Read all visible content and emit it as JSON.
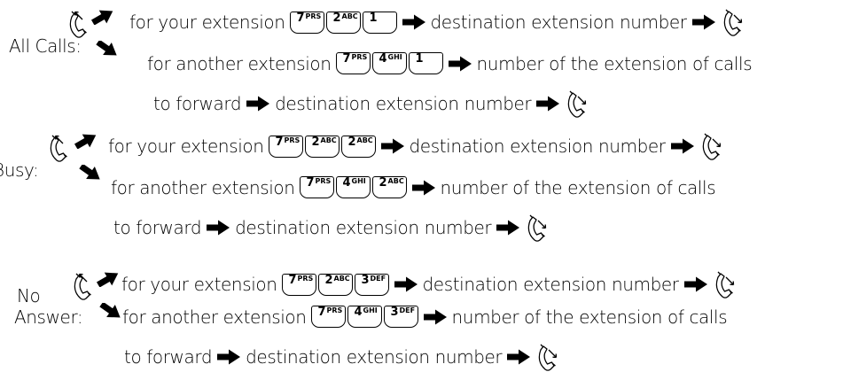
{
  "sections": [
    {
      "id": "all-calls",
      "label_lines": [
        "All Calls:"
      ],
      "own": {
        "text": "for your extension",
        "keys": [
          {
            "digit": "7",
            "letters": "PRS"
          },
          {
            "digit": "2",
            "letters": "ABC"
          },
          {
            "digit": "1",
            "letters": ""
          }
        ],
        "after": "destination extension number"
      },
      "other": {
        "text": "for another extension",
        "keys": [
          {
            "digit": "7",
            "letters": "PRS"
          },
          {
            "digit": "4",
            "letters": "GHI"
          },
          {
            "digit": "1",
            "letters": ""
          }
        ],
        "after": "number of the extension of calls",
        "line2_a": "to forward",
        "line2_b": "destination extension number"
      }
    },
    {
      "id": "busy",
      "label_lines": [
        "Busy:"
      ],
      "own": {
        "text": "for your extension",
        "keys": [
          {
            "digit": "7",
            "letters": "PRS"
          },
          {
            "digit": "2",
            "letters": "ABC"
          },
          {
            "digit": "2",
            "letters": "ABC"
          }
        ],
        "after": "destination extension number"
      },
      "other": {
        "text": "for another extension",
        "keys": [
          {
            "digit": "7",
            "letters": "PRS"
          },
          {
            "digit": "4",
            "letters": "GHI"
          },
          {
            "digit": "2",
            "letters": "ABC"
          }
        ],
        "after": "number of the extension of calls",
        "line2_a": "to forward",
        "line2_b": "destination extension number"
      }
    },
    {
      "id": "no-answer",
      "label_lines": [
        "No",
        "Answer:"
      ],
      "own": {
        "text": "for your extension",
        "keys": [
          {
            "digit": "7",
            "letters": "PRS"
          },
          {
            "digit": "2",
            "letters": "ABC"
          },
          {
            "digit": "3",
            "letters": "DEF"
          }
        ],
        "after": "destination extension number"
      },
      "other": {
        "text": "for another extension",
        "keys": [
          {
            "digit": "7",
            "letters": "PRS"
          },
          {
            "digit": "4",
            "letters": "GHI"
          },
          {
            "digit": "3",
            "letters": "DEF"
          }
        ],
        "after": "number of the extension of calls",
        "line2_a": "to forward",
        "line2_b": "destination extension number"
      }
    }
  ],
  "icons": {
    "arrow": "arrow-right-icon",
    "lift": "handset-lift-icon",
    "hangup": "handset-hangup-icon"
  }
}
